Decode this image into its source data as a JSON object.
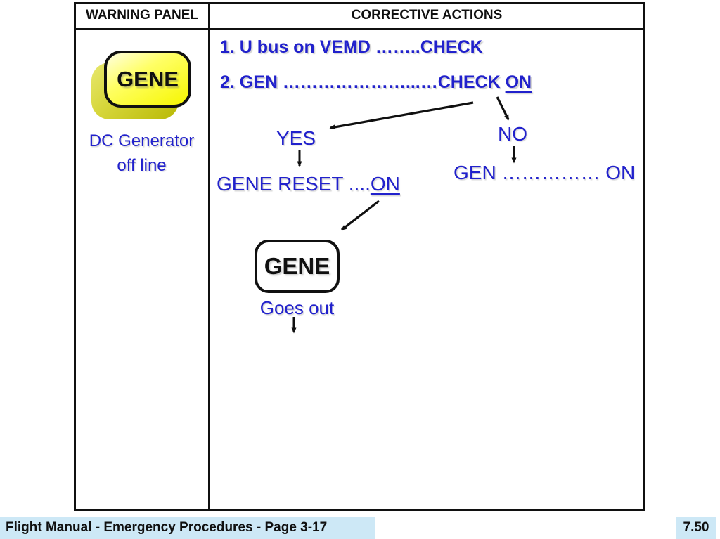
{
  "header": {
    "warning_panel_label": "WARNING PANEL",
    "corrective_actions_label": "CORRECTIVE ACTIONS"
  },
  "warning_panel": {
    "light_label": "GENE",
    "description_line1": "DC Generator",
    "description_line2": "off line"
  },
  "actions": {
    "step1": "1. U bus on VEMD ……..CHECK",
    "step2_prefix": "2. GEN …………………...…CHECK ",
    "step2_on": "ON",
    "yes_label": "YES",
    "no_label": "NO",
    "yes_action_prefix": "GENE RESET ....",
    "yes_action_on": "ON",
    "no_action": "GEN …………… ON",
    "result_light_label": "GENE",
    "result_caption": "Goes out"
  },
  "footer": {
    "title": "Flight Manual - Emergency Procedures - Page 3-17",
    "page_number": "7.50"
  },
  "colors": {
    "accent_blue": "#2121cc",
    "warning_yellow": "#ffff33",
    "border_black": "#101010",
    "footer_blue": "#cde8f6"
  }
}
